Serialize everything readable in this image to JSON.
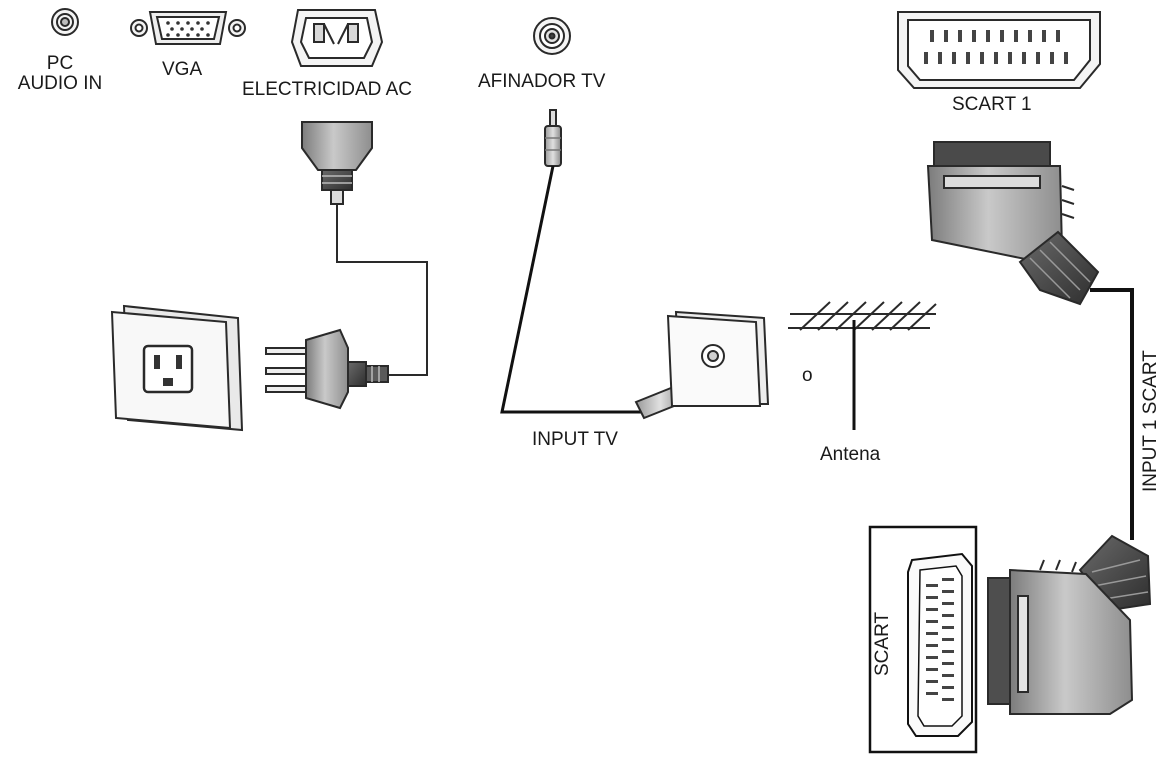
{
  "labels": {
    "pc_audio_line1": "PC",
    "pc_audio_line2": "AUDIO IN",
    "vga": "VGA",
    "power_ac": "ELECTRICIDAD AC",
    "tuner": "AFINADOR TV",
    "scart1": "SCART 1",
    "input_tv": "INPUT TV",
    "or": "o",
    "antenna": "Antena",
    "input1_scart": "INPUT 1 SCART",
    "scart_device": "SCART"
  },
  "colors": {
    "stroke": "#2a2a2a",
    "cable": "#111111",
    "fill_light": "#f4f4f4",
    "fill_mid": "#bdbdbd",
    "fill_dark": "#5a5a5a",
    "fill_darker": "#3a3a3a"
  }
}
